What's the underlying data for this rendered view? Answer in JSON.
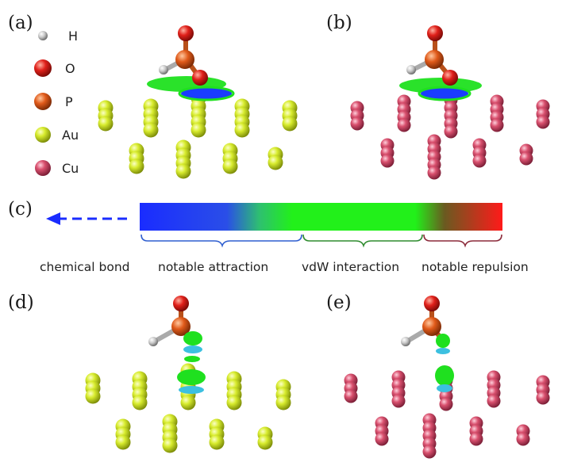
{
  "panels": {
    "a": "(a)",
    "b": "(b)",
    "c": "(c)",
    "d": "(d)",
    "e": "(e)"
  },
  "legend": [
    {
      "symbol": "H",
      "color": "#c8c8c8"
    },
    {
      "symbol": "O",
      "color": "#e0201a"
    },
    {
      "symbol": "P",
      "color": "#e05a1a"
    },
    {
      "symbol": "Au",
      "color": "#c9e02a"
    },
    {
      "symbol": "Cu",
      "color": "#d9506e"
    }
  ],
  "scale": {
    "regions": [
      {
        "label": "chemical bond",
        "brace_color": null
      },
      {
        "label": "notable attraction",
        "brace_color": "#2f5fd0"
      },
      {
        "label": "vdW interaction",
        "brace_color": "#2e8b2e"
      },
      {
        "label": "notable repulsion",
        "brace_color": "#8b2a3a"
      }
    ],
    "gradient": [
      "#1a2cff",
      "#2a5fd8",
      "#2ed060",
      "#22f01a",
      "#22f01a",
      "#6a5a20",
      "#ff1a1a"
    ]
  },
  "colors": {
    "surface_green": "#1fe01f",
    "surface_blue": "#1a3cff",
    "surface_cyan": "#3cc0e0"
  }
}
